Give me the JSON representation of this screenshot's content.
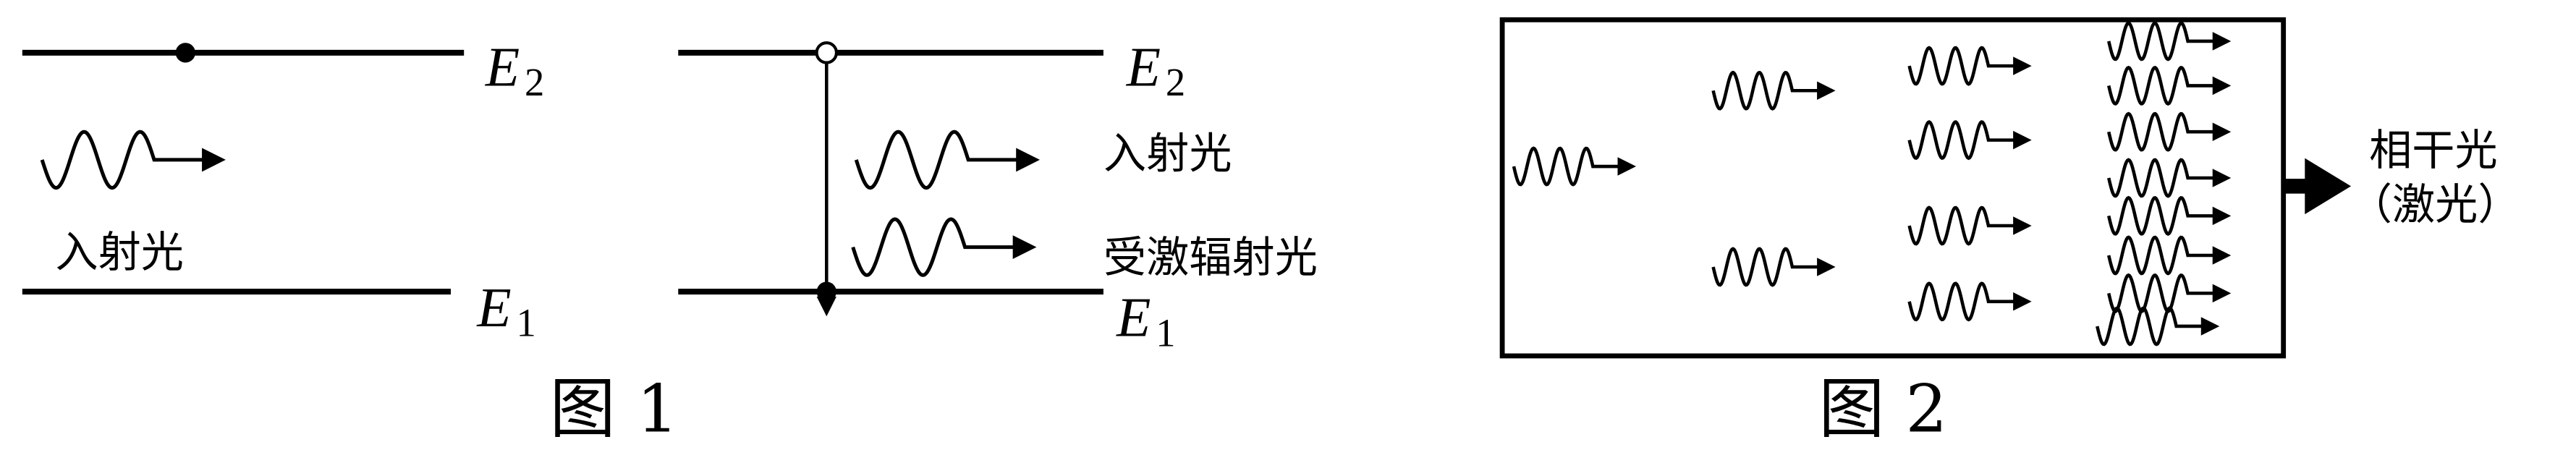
{
  "figure1": {
    "caption": "图 1",
    "left": {
      "upper_level": {
        "symbol": "E",
        "subscript": "2"
      },
      "lower_level": {
        "symbol": "E",
        "subscript": "1"
      },
      "incident_label": "入射光"
    },
    "right": {
      "upper_level": {
        "symbol": "E",
        "subscript": "2"
      },
      "lower_level": {
        "symbol": "E",
        "subscript": "1"
      },
      "incident_label": "入射光",
      "stimulated_label": "受激辐射光"
    }
  },
  "figure2": {
    "caption": "图 2",
    "output_label_line1": "相干光",
    "output_label_line2": "（激光）"
  },
  "colors": {
    "ink": "#000000",
    "background": "#ffffff"
  }
}
